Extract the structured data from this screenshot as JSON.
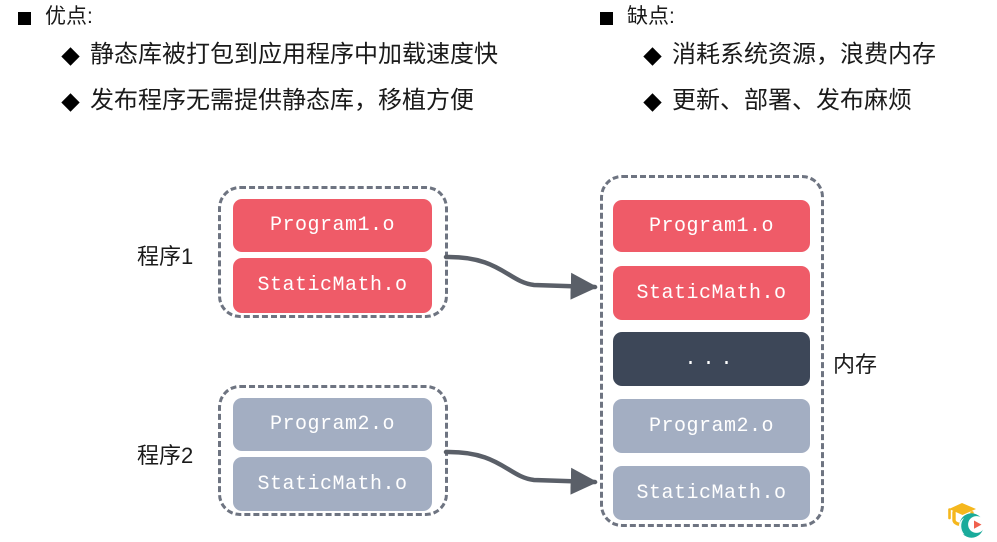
{
  "slide": {
    "background_color": "#ffffff"
  },
  "columns": {
    "left": {
      "heading": "优点:",
      "heading_marker": "square-bullet",
      "items": [
        "静态库被打包到应用程序中加载速度快",
        "发布程序无需提供静态库，移植方便"
      ]
    },
    "right": {
      "heading": "缺点:",
      "heading_marker": "square-bullet",
      "items": [
        "消耗系统资源，浪费内存",
        "更新、部署、发布麻烦"
      ]
    }
  },
  "diagram": {
    "program_groups": [
      {
        "label": "程序1",
        "accent_color": "#ef5b68",
        "chips": [
          "Program1.o",
          "StaticMath.o"
        ]
      },
      {
        "label": "程序2",
        "accent_color": "#a3aec2",
        "chips": [
          "Program2.o",
          "StaticMath.o"
        ]
      }
    ],
    "memory": {
      "label": "内存",
      "chips": [
        {
          "text": "Program1.o",
          "color": "#ef5b68"
        },
        {
          "text": "StaticMath.o",
          "color": "#ef5b68"
        },
        {
          "text": "...",
          "color": "#3d4758"
        },
        {
          "text": "Program2.o",
          "color": "#a3aec2"
        },
        {
          "text": "StaticMath.o",
          "color": "#a3aec2"
        }
      ]
    },
    "container_border_color": "#6e7481",
    "arrow_color": "#5a5f68"
  },
  "logo": {
    "name": "graduation-cap-play-logo",
    "cap_color": "#f5b71d",
    "circle_color": "#1aab9b",
    "play_color": "#f0604d"
  }
}
